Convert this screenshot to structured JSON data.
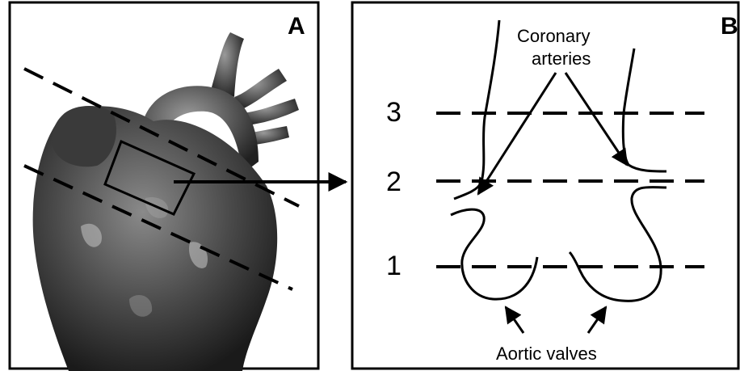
{
  "panel_a": {
    "label": "A"
  },
  "panel_b": {
    "label": "B"
  },
  "levels": [
    {
      "label": "3"
    },
    {
      "label": "2"
    },
    {
      "label": "1"
    }
  ],
  "annotations": {
    "coronary_line1": "Coronary",
    "coronary_line2": "arteries",
    "aortic_valves": "Aortic valves"
  },
  "colors": {
    "ink": "#000000",
    "heart_dark": "#2b2b2b",
    "heart_mid": "#6a6a6a",
    "background": "#ffffff"
  }
}
